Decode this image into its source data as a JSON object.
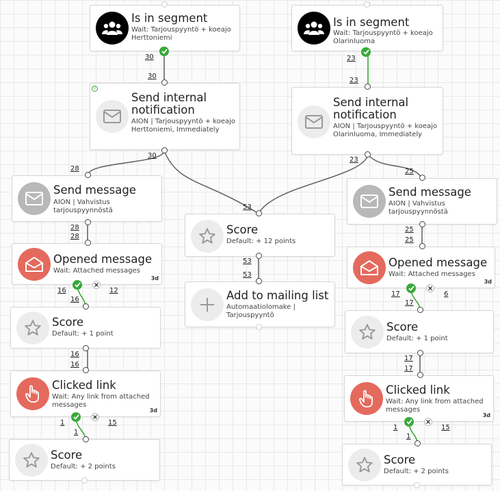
{
  "nodes": {
    "seg_left": {
      "title": "Is in segment",
      "subtitle": "Wait: Tarjouspyyntö + koeajo Herttoniemi",
      "icon": "segment-group-icon"
    },
    "seg_right": {
      "title": "Is in segment",
      "subtitle": "Wait: Tarjouspyyntö + koeajo Olarinluoma",
      "icon": "segment-group-icon"
    },
    "notif_left": {
      "title": "Send internal notification",
      "subtitle": "AION | Tarjouspyyntö + koeajo Herttoniemi, Immediately",
      "icon": "envelope-icon"
    },
    "notif_right": {
      "title": "Send internal notification",
      "subtitle": "AION | Tarjouspyyntö + koeajo Olarinluoma, Immediately",
      "icon": "envelope-icon"
    },
    "msg_left": {
      "title": "Send message",
      "subtitle": "AION | Vahvistus tarjouspyynnöstä",
      "icon": "envelope-icon"
    },
    "msg_right": {
      "title": "Send message",
      "subtitle": "AION | Vahvistus tarjouspyynnöstä",
      "icon": "envelope-icon"
    },
    "score_center": {
      "title": "Score",
      "subtitle": "Default: + 12 points",
      "icon": "star-icon"
    },
    "mailing": {
      "title": "Add to mailing list",
      "subtitle": "Automaatiolomake | Tarjouspyyntö",
      "icon": "plus-icon"
    },
    "opened_left": {
      "title": "Opened message",
      "subtitle": "Wait: Attached messages",
      "badge": "3d",
      "icon": "open-envelope-icon"
    },
    "opened_right": {
      "title": "Opened message",
      "subtitle": "Wait: Attached messages",
      "badge": "3d",
      "icon": "open-envelope-icon"
    },
    "score1_left": {
      "title": "Score",
      "subtitle": "Default: + 1 point",
      "icon": "star-icon"
    },
    "score1_right": {
      "title": "Score",
      "subtitle": "Default: + 1 point",
      "icon": "star-icon"
    },
    "click_left": {
      "title": "Clicked link",
      "subtitle": "Wait: Any link from attached messages",
      "badge": "3d",
      "icon": "pointer-hand-icon"
    },
    "click_right": {
      "title": "Clicked link",
      "subtitle": "Wait: Any link from attached messages",
      "badge": "3d",
      "icon": "pointer-hand-icon"
    },
    "score2_left": {
      "title": "Score",
      "subtitle": "Default: + 2 points",
      "icon": "star-icon"
    },
    "score2_right": {
      "title": "Score",
      "subtitle": "Default: + 2 points",
      "icon": "star-icon"
    }
  },
  "counts": {
    "seg_left_out": "30",
    "notif_left_in": "30",
    "notif_left_out": "30",
    "msg_left_in": "28",
    "msg_left_out": "28",
    "opened_left_in": "28",
    "opened_left_yes": "16",
    "opened_left_no": "12",
    "score1_left_in": "16",
    "score1_left_out": "16",
    "click_left_in": "16",
    "click_left_yes": "1",
    "click_left_no": "15",
    "score2_left_in": "1",
    "seg_right_out": "23",
    "notif_right_in": "23",
    "notif_right_out": "23",
    "msg_right_in": "25",
    "msg_right_out": "25",
    "opened_right_in": "25",
    "opened_right_yes": "17",
    "opened_right_no": "6",
    "score1_right_in": "17",
    "score1_right_out": "17",
    "click_right_in": "17",
    "click_right_yes": "1",
    "click_right_no": "15",
    "score2_right_in": "1",
    "score_center_in": "53",
    "score_center_out": "53",
    "mailing_in": "53"
  },
  "colors": {
    "decision_yes": "#3aa83a",
    "icon_red": "#e46a5d",
    "icon_black": "#000000",
    "icon_gray": "#b8b8b8"
  }
}
